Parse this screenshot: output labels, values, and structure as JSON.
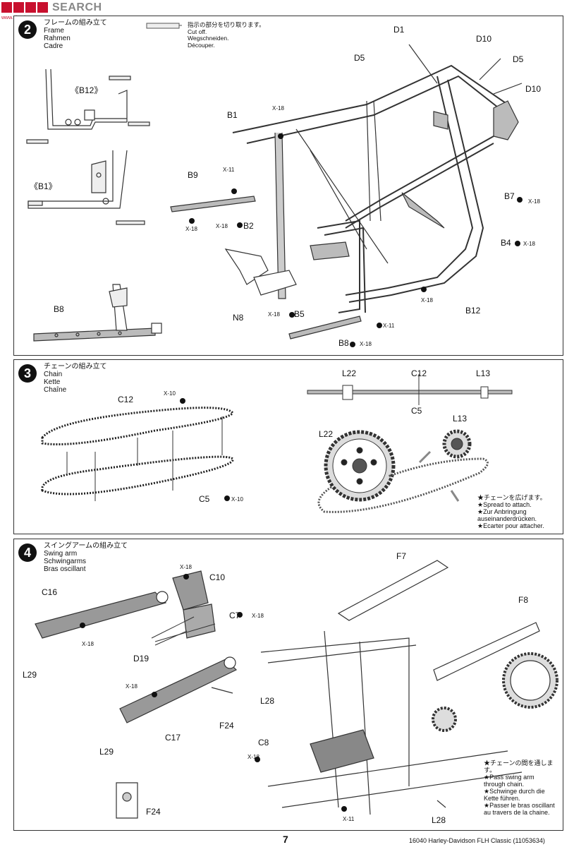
{
  "watermark": {
    "brand": "SEARCH",
    "url": "www.sbmd.com"
  },
  "cut_note": {
    "jp": "指示の部分を切り取ります。",
    "en": "Cut off.",
    "de": "Wegschneiden.",
    "fr": "Découper."
  },
  "step2": {
    "number": "2",
    "jp": "フレームの組み立て",
    "en": "Frame",
    "de": "Rahmen",
    "fr": "Cadre",
    "labels": {
      "b12_detail": "《B12》",
      "b1_detail": "《B1》",
      "b8_detail": "B8",
      "d1": "D1",
      "d10a": "D10",
      "d5a": "D5",
      "d5b": "D5",
      "d10b": "D10",
      "b1": "B1",
      "b9": "B9",
      "b2": "B2",
      "b5": "B5",
      "n8": "N8",
      "b8": "B8",
      "b7": "B7",
      "b4": "B4",
      "b12": "B12"
    },
    "screws": {
      "x18": "X-18",
      "x11": "X-11"
    }
  },
  "step3": {
    "number": "3",
    "jp": "チェーンの組み立て",
    "en": "Chain",
    "de": "Kette",
    "fr": "Chaîne",
    "labels": {
      "c12": "C12",
      "c5": "C5",
      "l22": "L22",
      "l13": "L13",
      "c12b": "C12",
      "c5b": "C5",
      "l22b": "L22",
      "l13b": "L13"
    },
    "screw": "X-10",
    "note": [
      "★チェーンを広げます。",
      "★Spread to attach.",
      "★Zur Anbringung",
      "auseinanderdrücken.",
      "★Ecarter pour attacher."
    ]
  },
  "step4": {
    "number": "4",
    "jp": "スイングアームの組み立て",
    "en": "Swing arm",
    "de": "Schwingarms",
    "fr": "Bras oscillant",
    "labels": {
      "f7": "F7",
      "f8": "F8",
      "c10": "C10",
      "c16": "C16",
      "c7": "C7",
      "d19": "D19",
      "l29a": "L29",
      "l29b": "L29",
      "c17": "C17",
      "f24a": "F24",
      "f24b": "F24",
      "l28a": "L28",
      "c8": "C8",
      "l28b": "L28"
    },
    "note": [
      "★チェーンの間を通します。",
      "★Pass swing arm",
      "through chain.",
      "★Schwinge durch die",
      "Kette führen.",
      "★Passer le bras oscillant",
      "au travers de la chaine."
    ]
  },
  "footer": {
    "page": "7",
    "info": "16040  Harley-Davidson FLH Classic (11053634)"
  }
}
